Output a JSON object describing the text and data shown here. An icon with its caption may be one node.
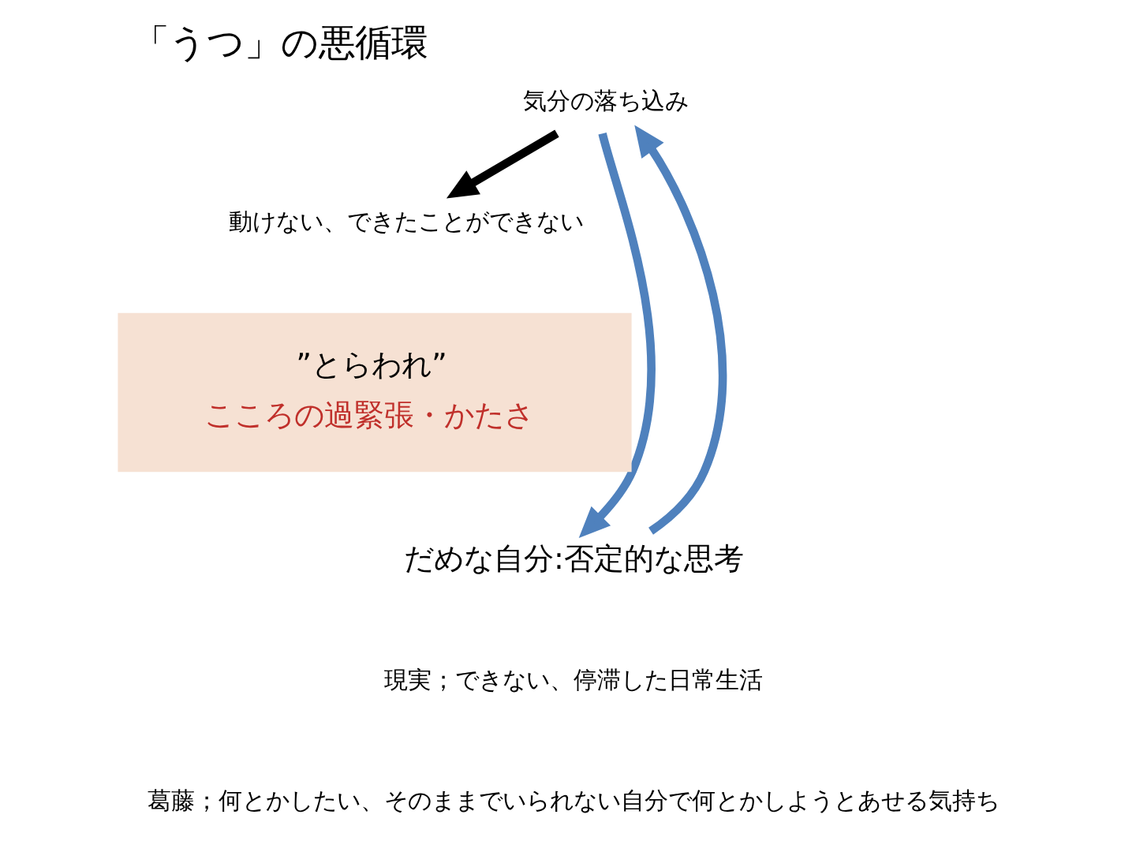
{
  "diagram": {
    "title": "「うつ」の悪循環",
    "nodes": [
      {
        "text": [
          "気分の落ち込み"
        ]
      },
      {
        "text": [
          "動けない、できたことができない"
        ]
      },
      {
        "text": [
          "”とらわれ”",
          "こころの過緊張・かたさ"
        ]
      },
      {
        "text": [
          "だめな自分:否定的な思考"
        ]
      }
    ],
    "edges": [
      {
        "from": 0,
        "to": 1,
        "arrow": "to",
        "color": "#000000"
      },
      {
        "from": 0,
        "to": 3,
        "arrow": "to"
      },
      {
        "from": 3,
        "to": 0,
        "arrow": "to"
      }
    ],
    "labels": [
      "現実；できない、停滞した日常生活",
      "葛藤；何とかしたい、そのままでいられない自分で何とかしようとあせる気持ち"
    ]
  }
}
